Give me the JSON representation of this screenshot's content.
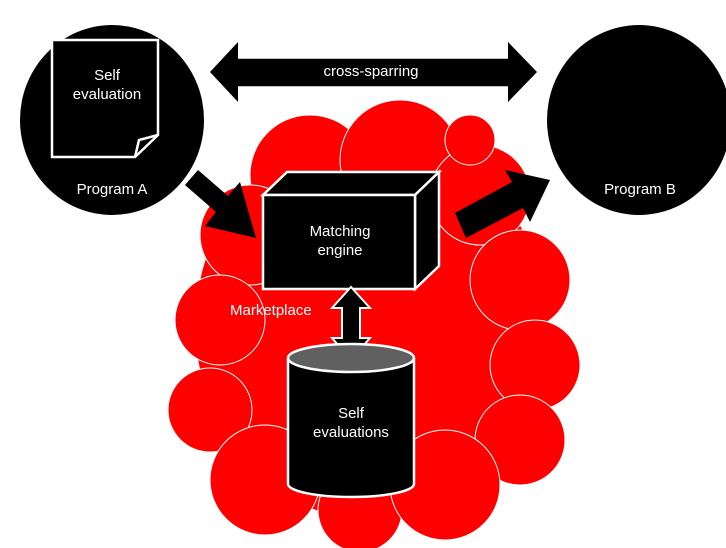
{
  "diagram": {
    "program_a": {
      "label": "Program A"
    },
    "program_b": {
      "label": "Program B"
    },
    "self_evaluation_doc": {
      "line1": "Self",
      "line2": "evaluation"
    },
    "cross_sparring": {
      "label": "cross-sparring"
    },
    "matching_engine": {
      "line1": "Matching",
      "line2": "engine"
    },
    "marketplace": {
      "label": "Marketplace"
    },
    "self_evaluations_db": {
      "line1": "Self",
      "line2": "evaluations"
    }
  },
  "colors": {
    "cloud_fill": "#ff0000",
    "shape_fill": "#000000",
    "shape_stroke": "#ffffff",
    "text_on_dark": "#ffffff",
    "text_on_light": "#000000",
    "marketplace_text": "#ffffff"
  },
  "icons": [
    "program-circle",
    "document-icon",
    "double-arrow",
    "cube",
    "cylinder",
    "block-arrow",
    "cloud"
  ]
}
